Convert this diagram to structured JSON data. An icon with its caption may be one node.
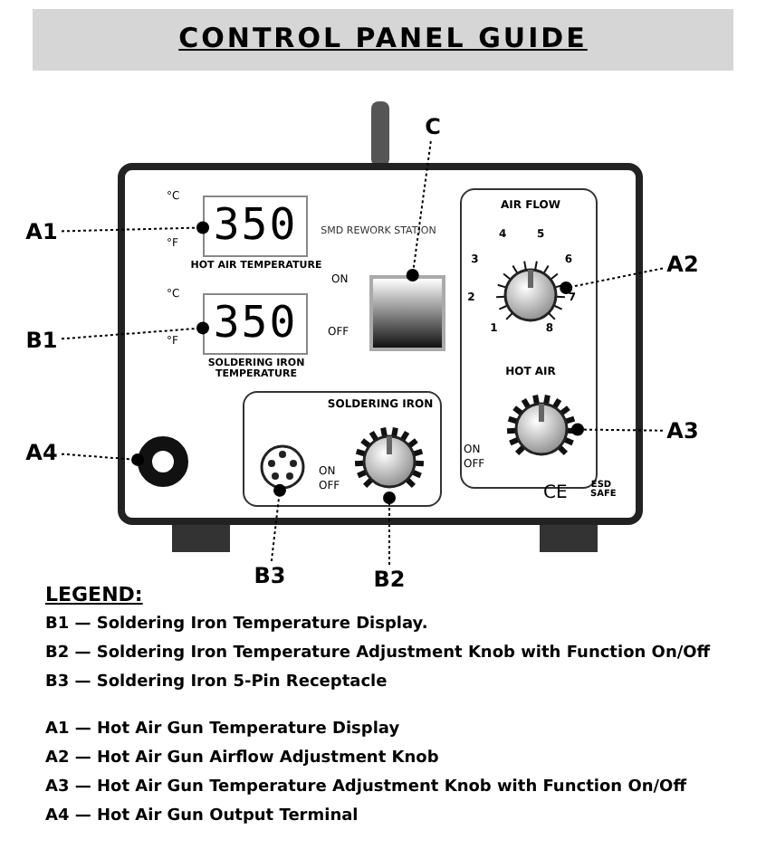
{
  "diagram": {
    "title": "CONTROL PANEL GUIDE",
    "nodes": [
      {
        "text": [
          "SMD REWORK STATION"
        ]
      },
      {
        "text": [
          "350"
        ],
        "in": 0,
        "beside": [
          "HOT AIR TEMPERATURE"
        ]
      },
      {
        "text": [
          "350"
        ],
        "in": 0,
        "beside": [
          "SOLDERING IRON TEMPERATURE"
        ]
      },
      {
        "text": [],
        "shape": "box",
        "in": 0
      },
      {
        "text": [
          "AIR FLOW",
          "HOT AIR"
        ],
        "in": 0
      },
      {
        "text": [],
        "shape": "circle",
        "in": 4
      },
      {
        "text": [],
        "shape": "circle",
        "in": 4
      },
      {
        "text": [
          "SOLDERING IRON"
        ],
        "in": 0
      },
      {
        "text": [],
        "shape": "circle",
        "in": 7
      },
      {
        "text": [],
        "shape": "circle",
        "in": 7
      },
      {
        "text": [],
        "shape": "circle",
        "in": 0
      },
      {
        "text": [
          "A1"
        ]
      },
      {
        "text": [
          "B1"
        ]
      },
      {
        "text": [
          "A4"
        ]
      },
      {
        "text": [
          "C"
        ]
      },
      {
        "text": [
          "A2"
        ]
      },
      {
        "text": [
          "A3"
        ]
      },
      {
        "text": [
          "B3"
        ]
      },
      {
        "text": [
          "B2"
        ]
      }
    ],
    "edges": [
      {
        "from": 11,
        "to": 1,
        "arrow": "other",
        "style": "dashed"
      },
      {
        "from": 12,
        "to": 2,
        "arrow": "other",
        "style": "dashed"
      },
      {
        "from": 13,
        "to": 10,
        "arrow": "other",
        "style": "dashed"
      },
      {
        "from": 14,
        "to": 3,
        "arrow": "other",
        "style": "dashed"
      },
      {
        "from": 15,
        "to": 5,
        "arrow": "other",
        "style": "dashed"
      },
      {
        "from": 16,
        "to": 6,
        "arrow": "other",
        "style": "dashed"
      },
      {
        "from": 17,
        "to": 8,
        "arrow": "other",
        "style": "dashed"
      },
      {
        "from": 18,
        "to": 9,
        "arrow": "other",
        "style": "dashed"
      }
    ],
    "labels": [
      "°C",
      "°F",
      "°C",
      "°F",
      "ON",
      "OFF",
      "1",
      "2",
      "3",
      "4",
      "5",
      "6",
      "7",
      "8",
      "ON",
      "OFF",
      "ON",
      "OFF",
      "CE",
      "ESD SAFE",
      "LEGEND:",
      "B1 — Soldering Iron Temperature Display.",
      "B2 — Soldering Iron Temperature Adjustment Knob with Function On/Off",
      "B3 — Soldering Iron 5-Pin Receptacle",
      "A1 — Hot Air Gun Temperature Display",
      "A2 — Hot Air Gun Airflow Adjustment Knob",
      "A3 — Hot Air Gun Temperature Adjustment Knob with Function On/Off",
      "A4 — Hot Air Gun Output Terminal"
    ]
  }
}
